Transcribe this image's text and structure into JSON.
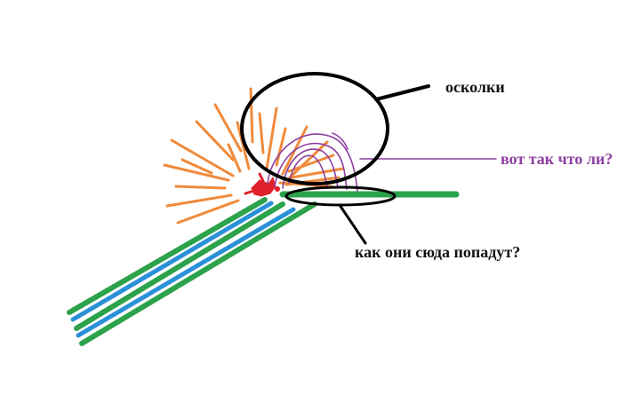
{
  "labels": {
    "shards": "осколки",
    "question_purple": "вот так что ли?",
    "how_question": "как они сюда попадут?"
  },
  "colors": {
    "background": "#ffffff",
    "green": "#2ca24a",
    "blue": "#2a90d8",
    "orange": "#f08a3a",
    "red": "#e0202a",
    "purple": "#8e3fa0",
    "black": "#000000"
  }
}
